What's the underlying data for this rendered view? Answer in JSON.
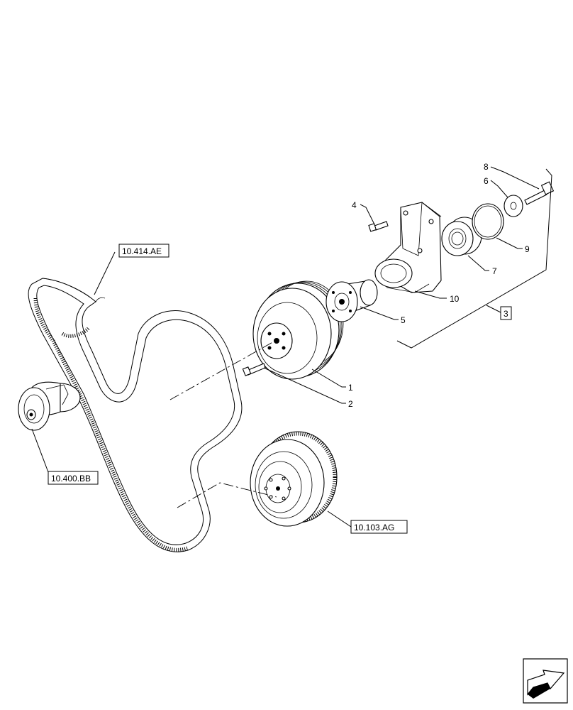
{
  "callouts": {
    "c1": "1",
    "c2": "2",
    "c3": "3",
    "c4": "4",
    "c5": "5",
    "c6": "6",
    "c7": "7",
    "c8": "8",
    "c9": "9",
    "c10": "10"
  },
  "references": {
    "belt": "10.414.AE",
    "pump": "10.400.BB",
    "damper": "10.103.AG"
  },
  "icons": {
    "nav_arrow": "next-page-arrow-icon"
  }
}
